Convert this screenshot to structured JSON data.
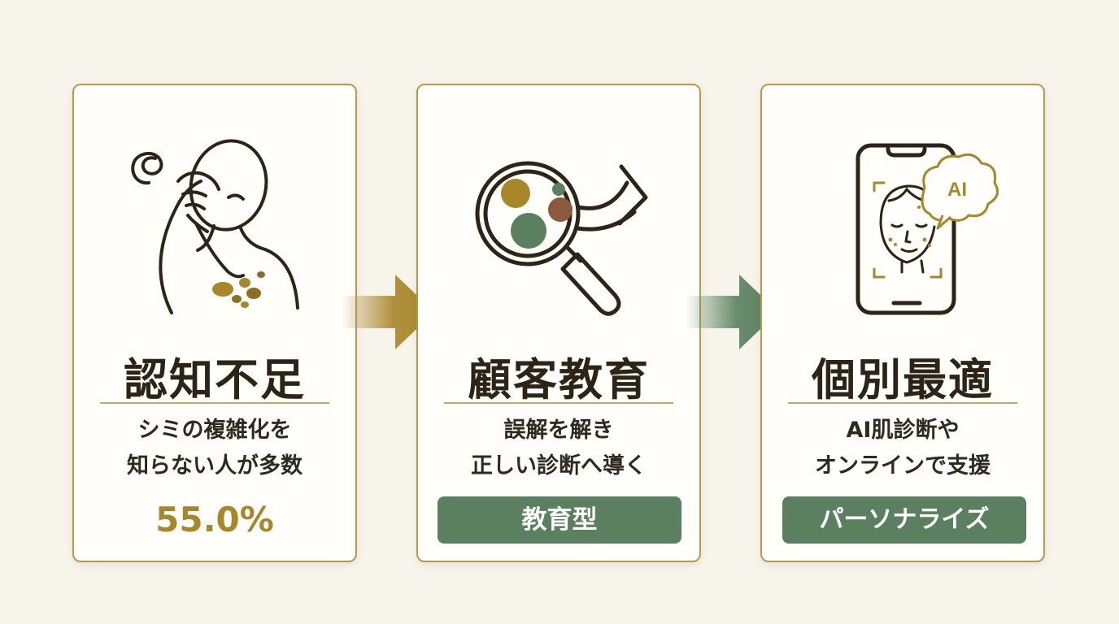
{
  "cards": [
    {
      "title": "認知不足",
      "desc_line1": "シミの複雑化を",
      "desc_line2": "知らない人が多数",
      "stat": "55.0%",
      "icon": "confused-person-icon"
    },
    {
      "title": "顧客教育",
      "desc_line1": "誤解を解き",
      "desc_line2": "正しい診断へ導く",
      "badge": "教育型",
      "icon": "magnifier-icon"
    },
    {
      "title": "個別最適",
      "desc_line1": "AI肌診断や",
      "desc_line2": "オンラインで支援",
      "badge": "パーソナライズ",
      "icon": "smartphone-ai-icon",
      "ai_label": "AI"
    }
  ],
  "colors": {
    "gold": "#a8862a",
    "green": "#5a8060",
    "brown": "#8b5a3c",
    "ink": "#2c2416"
  }
}
